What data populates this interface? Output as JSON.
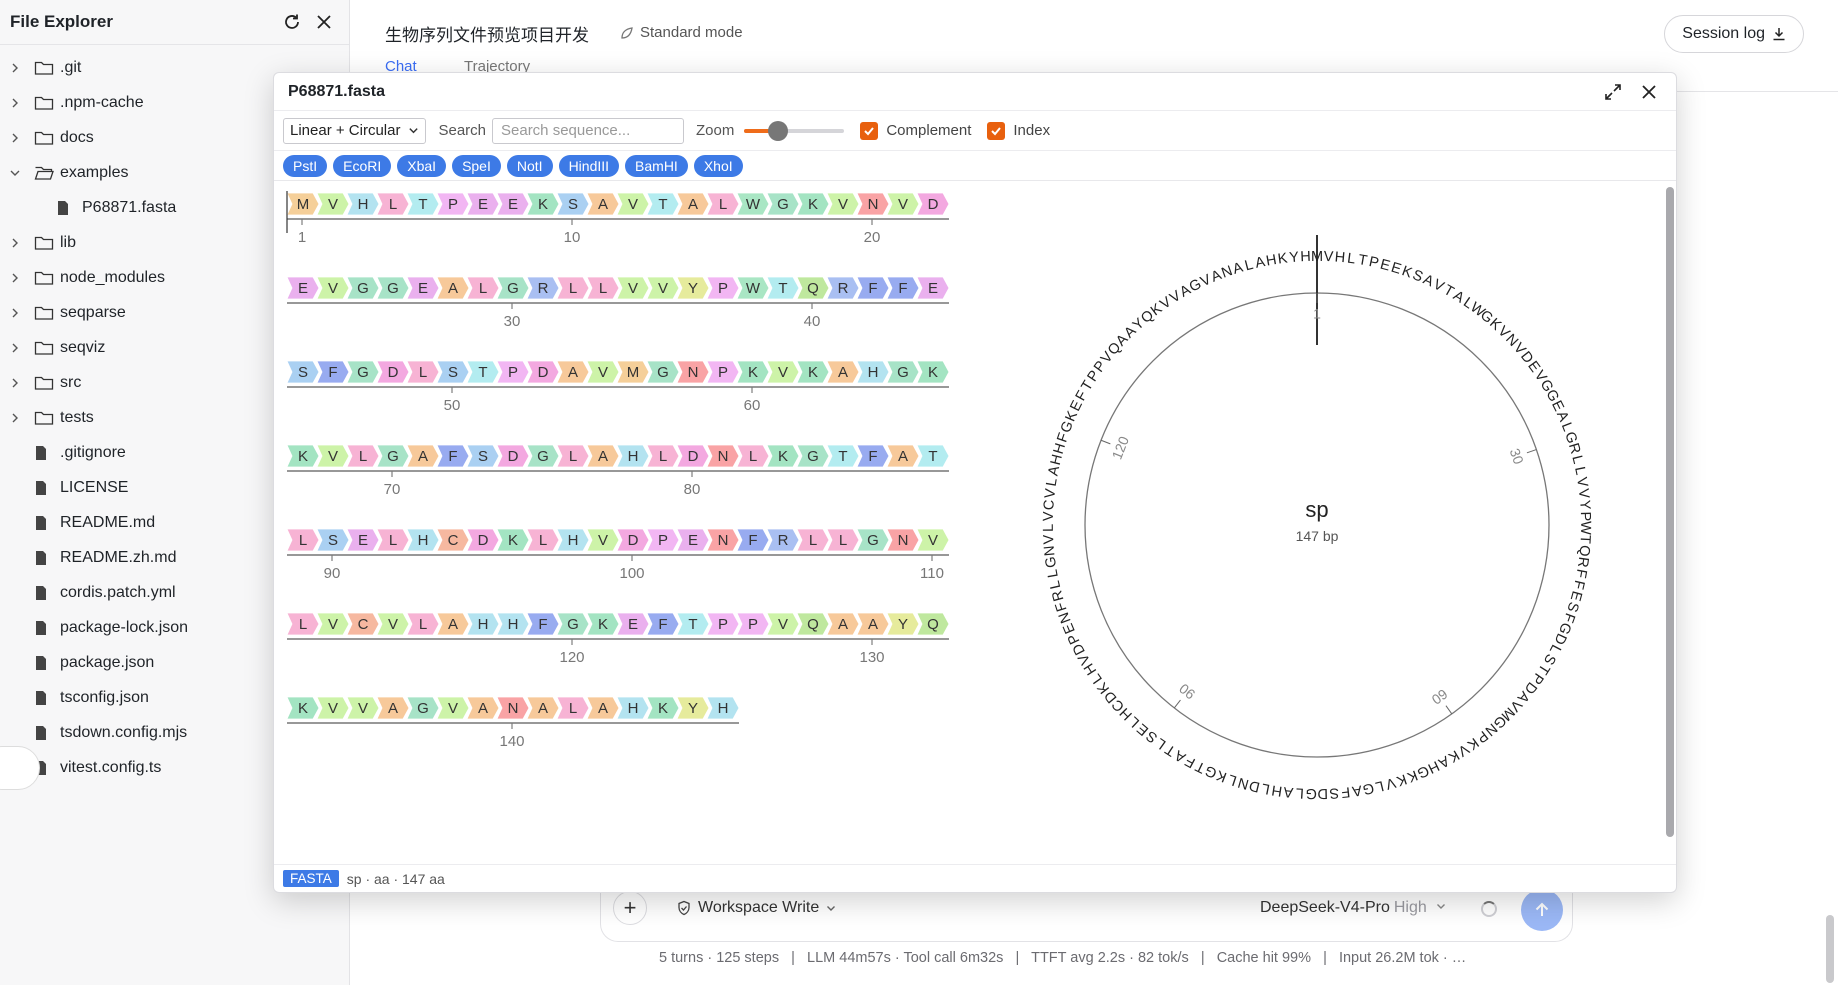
{
  "sidebar": {
    "title": "File Explorer",
    "items": [
      {
        "name": ".git",
        "type": "folder",
        "expanded": false
      },
      {
        "name": ".npm-cache",
        "type": "folder",
        "expanded": false
      },
      {
        "name": "docs",
        "type": "folder",
        "expanded": false
      },
      {
        "name": "examples",
        "type": "folder",
        "expanded": true
      },
      {
        "name": "P68871.fasta",
        "type": "file",
        "child": true
      },
      {
        "name": "lib",
        "type": "folder",
        "expanded": false
      },
      {
        "name": "node_modules",
        "type": "folder",
        "expanded": false
      },
      {
        "name": "seqparse",
        "type": "folder",
        "expanded": false
      },
      {
        "name": "seqviz",
        "type": "folder",
        "expanded": false
      },
      {
        "name": "src",
        "type": "folder",
        "expanded": false
      },
      {
        "name": "tests",
        "type": "folder",
        "expanded": false
      },
      {
        "name": ".gitignore",
        "type": "file"
      },
      {
        "name": "LICENSE",
        "type": "file"
      },
      {
        "name": "README.md",
        "type": "file"
      },
      {
        "name": "README.zh.md",
        "type": "file"
      },
      {
        "name": "cordis.patch.yml",
        "type": "file"
      },
      {
        "name": "package-lock.json",
        "type": "file"
      },
      {
        "name": "package.json",
        "type": "file"
      },
      {
        "name": "tsconfig.json",
        "type": "file"
      },
      {
        "name": "tsdown.config.mjs",
        "type": "file"
      },
      {
        "name": "vitest.config.ts",
        "type": "file"
      }
    ]
  },
  "header": {
    "project_title": "生物序列文件预览项目开发",
    "mode": "Standard mode",
    "tabs": [
      "Chat",
      "Trajectory"
    ],
    "session_log": "Session log"
  },
  "composer": {
    "workspace": "Workspace Write",
    "model": "DeepSeek-V4-Pro",
    "level": "High",
    "status": "5 turns · 125 steps   |   LLM 44m57s · Tool call 6m32s   |   TTFT avg 2.2s · 82 tok/s   |   Cache hit 99%   |   Input 26.2M tok · …"
  },
  "modal": {
    "title": "P68871.fasta",
    "view_mode": "Linear + Circular",
    "search_label": "Search",
    "search_placeholder": "Search sequence...",
    "zoom_label": "Zoom",
    "zoom_level": 0.3,
    "complement_label": "Complement",
    "complement_checked": true,
    "index_label": "Index",
    "index_checked": true,
    "enzymes": [
      "PstI",
      "EcoRI",
      "XbaI",
      "SpeI",
      "NotI",
      "HindIII",
      "BamHI",
      "XhoI"
    ],
    "sequence": "MVHLTPEEKSAVTALWGKVNVDEVGGEALGRLLVVYPWTQRFFESFGDLSTPDAVMGNPKVKAHGKKVLGAFSDGLAHLDNLKGTFATLSELHCDKLHVDPENFRLLGNVLVCVLAHHFGKEFTPPVQAAYQKVVAGVANALAHKYH",
    "residues_per_row": 22,
    "tick_labels": [
      1,
      10,
      20,
      30,
      40,
      50,
      60,
      70,
      80,
      90,
      100,
      110,
      120,
      130,
      140
    ],
    "circular": {
      "name": "sp",
      "length_label": "147 bp",
      "ticks": [
        1,
        30,
        60,
        90,
        120
      ]
    },
    "footer_badge": "FASTA",
    "footer_text": "sp · aa · 147 aa"
  },
  "colors": {
    "accent": "#3d7ae6",
    "checkbox": "#e8600e",
    "residues": {
      "A": "#f7c99a",
      "C": "#f6b8a0",
      "D": "#f3a8e0",
      "E": "#eab0ee",
      "F": "#98abf0",
      "G": "#a7e3c7",
      "H": "#b3e3f0",
      "I": "#c9ec9e",
      "K": "#a3e4c2",
      "L": "#f7b3d4",
      "M": "#f5cf99",
      "N": "#f9a3a5",
      "P": "#f2b6f3",
      "Q": "#bfe89e",
      "R": "#a9bff2",
      "S": "#aad0f2",
      "T": "#b3ecf0",
      "V": "#cdf3a8",
      "W": "#a9e6c4",
      "Y": "#e6eb9c"
    }
  }
}
